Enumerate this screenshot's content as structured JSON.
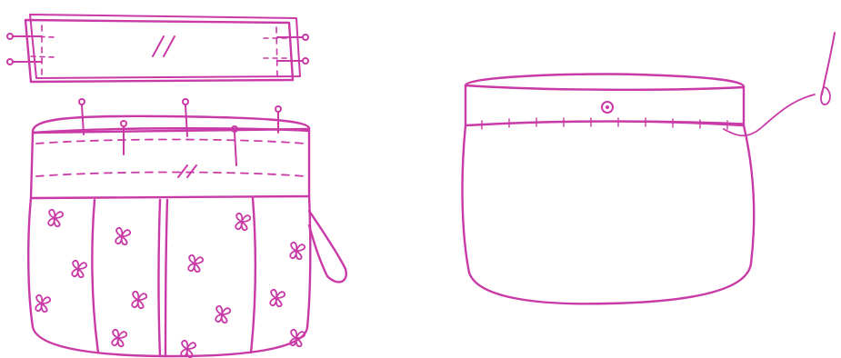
{
  "scene": {
    "background": "#ffffff",
    "ink_color": "#c93aa6",
    "ink_light": "#dd64c0",
    "objects": [
      "waistband-strip-with-pins",
      "pinned-pouch-with-floral-fabric-and-wrist-strap",
      "finished-pouch-with-snap-and-needle-thread"
    ]
  }
}
